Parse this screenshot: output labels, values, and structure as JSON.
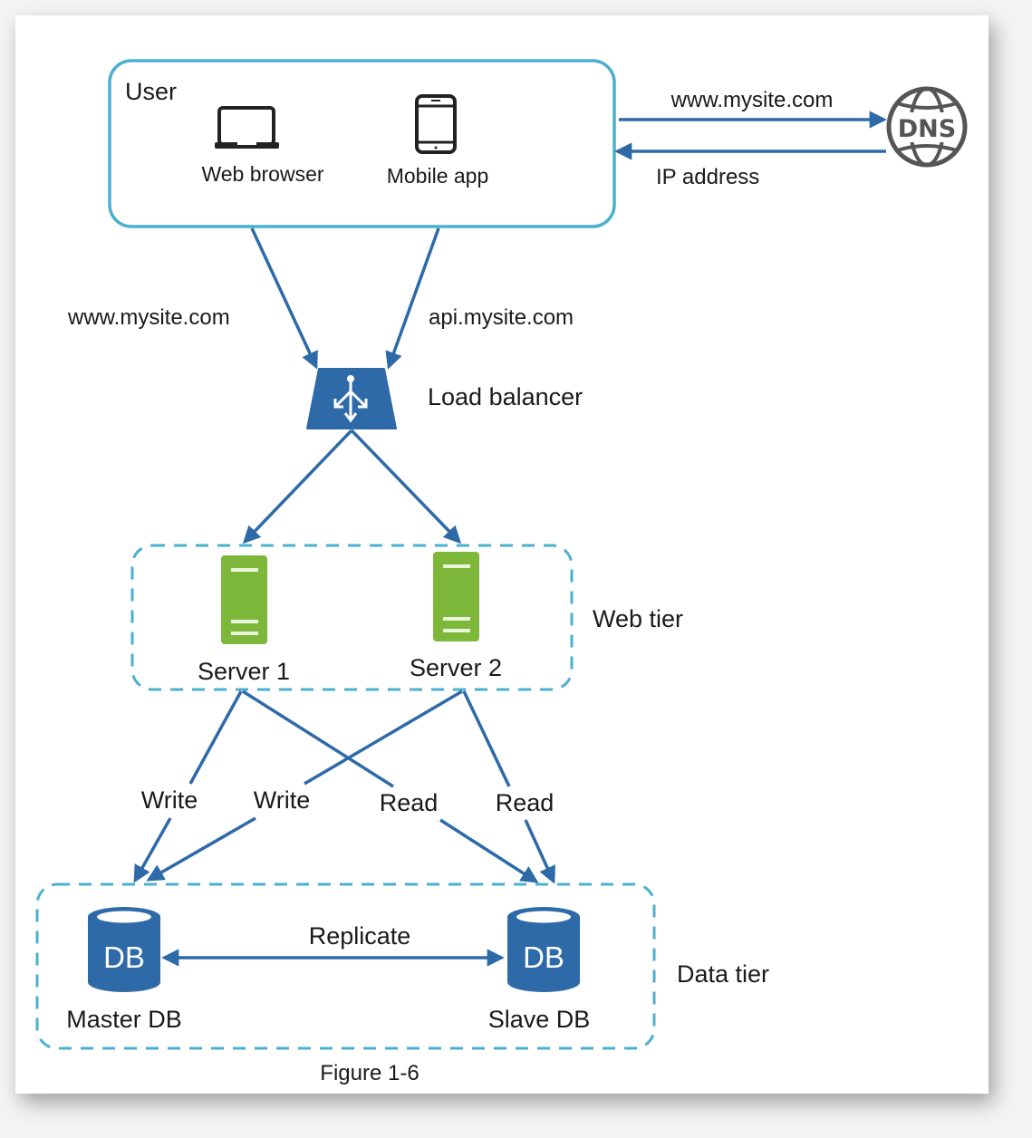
{
  "diagram": {
    "caption": "Figure 1-6",
    "colors": {
      "edge": "#2e6aa8",
      "tier_border": "#4bb0cf",
      "server": "#7db83a",
      "load_balancer": "#2e6aa8",
      "database": "#2e6aa8",
      "dns_icon": "#555555"
    },
    "user": {
      "label": "User",
      "clients": [
        {
          "label": "Web browser",
          "icon": "laptop-icon"
        },
        {
          "label": "Mobile app",
          "icon": "mobile-phone-icon"
        }
      ]
    },
    "dns": {
      "icon": "globe-icon",
      "label": "DNS",
      "request_label": "www.mysite.com",
      "response_label": "IP address"
    },
    "client_edges": {
      "web_label": "www.mysite.com",
      "api_label": "api.mysite.com"
    },
    "load_balancer": {
      "label": "Load balancer",
      "icon": "load-balancer-icon"
    },
    "web_tier": {
      "label": "Web tier",
      "servers": [
        {
          "label": "Server 1",
          "icon": "server-icon"
        },
        {
          "label": "Server 2",
          "icon": "server-icon"
        }
      ]
    },
    "db_edges": [
      {
        "from": "Server 1",
        "to": "Master DB",
        "label": "Write"
      },
      {
        "from": "Server 2",
        "to": "Master DB",
        "label": "Write"
      },
      {
        "from": "Server 1",
        "to": "Slave DB",
        "label": "Read"
      },
      {
        "from": "Server 2",
        "to": "Slave DB",
        "label": "Read"
      }
    ],
    "data_tier": {
      "label": "Data tier",
      "databases": [
        {
          "label": "Master DB",
          "icon_text": "DB"
        },
        {
          "label": "Slave DB",
          "icon_text": "DB"
        }
      ],
      "replication_label": "Replicate"
    }
  }
}
